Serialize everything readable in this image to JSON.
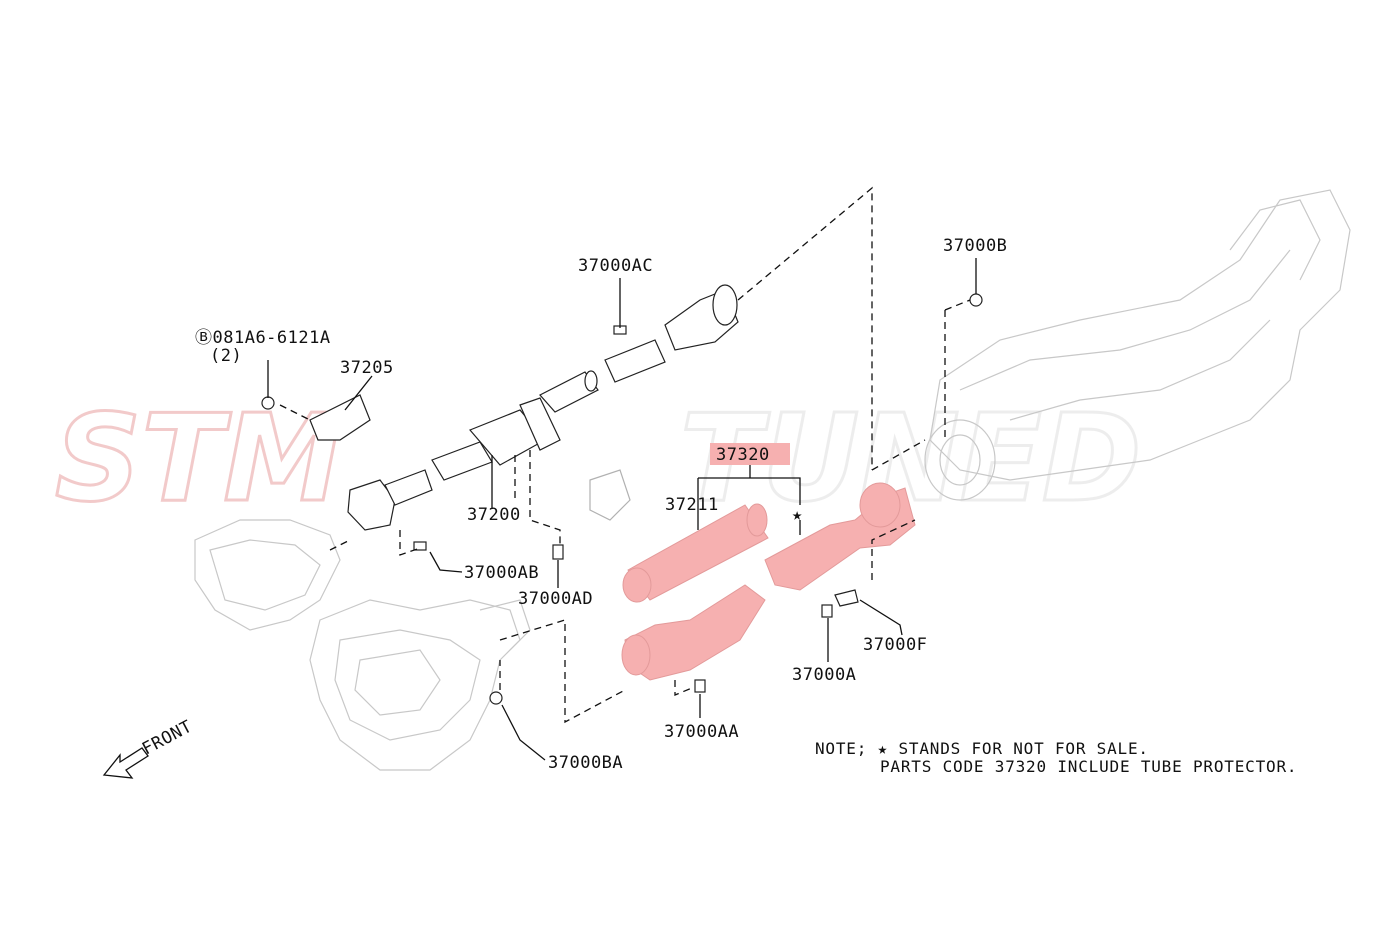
{
  "watermark": {
    "left": "STM",
    "right": "TUNED",
    "color": "#e8a0a0"
  },
  "highlight_color": "#f6b0b0",
  "labels": {
    "b081": "Ⓑ081A6-6121A",
    "b081_qty": "(2)",
    "p37205": "37205",
    "p37200": "37200",
    "p37000AC": "37000AC",
    "p37000AB": "37000AB",
    "p37000AD": "37000AD",
    "p37000BA": "37000BA",
    "p37000B": "37000B",
    "p37320": "37320",
    "p37211": "37211",
    "star": "★",
    "p37000F": "37000F",
    "p37000A": "37000A",
    "p37000AA": "37000AA",
    "front": "FRONT"
  },
  "note": {
    "line1": "NOTE; ★ STANDS FOR NOT FOR SALE.",
    "line2": "PARTS CODE 37320 INCLUDE TUBE PROTECTOR."
  }
}
